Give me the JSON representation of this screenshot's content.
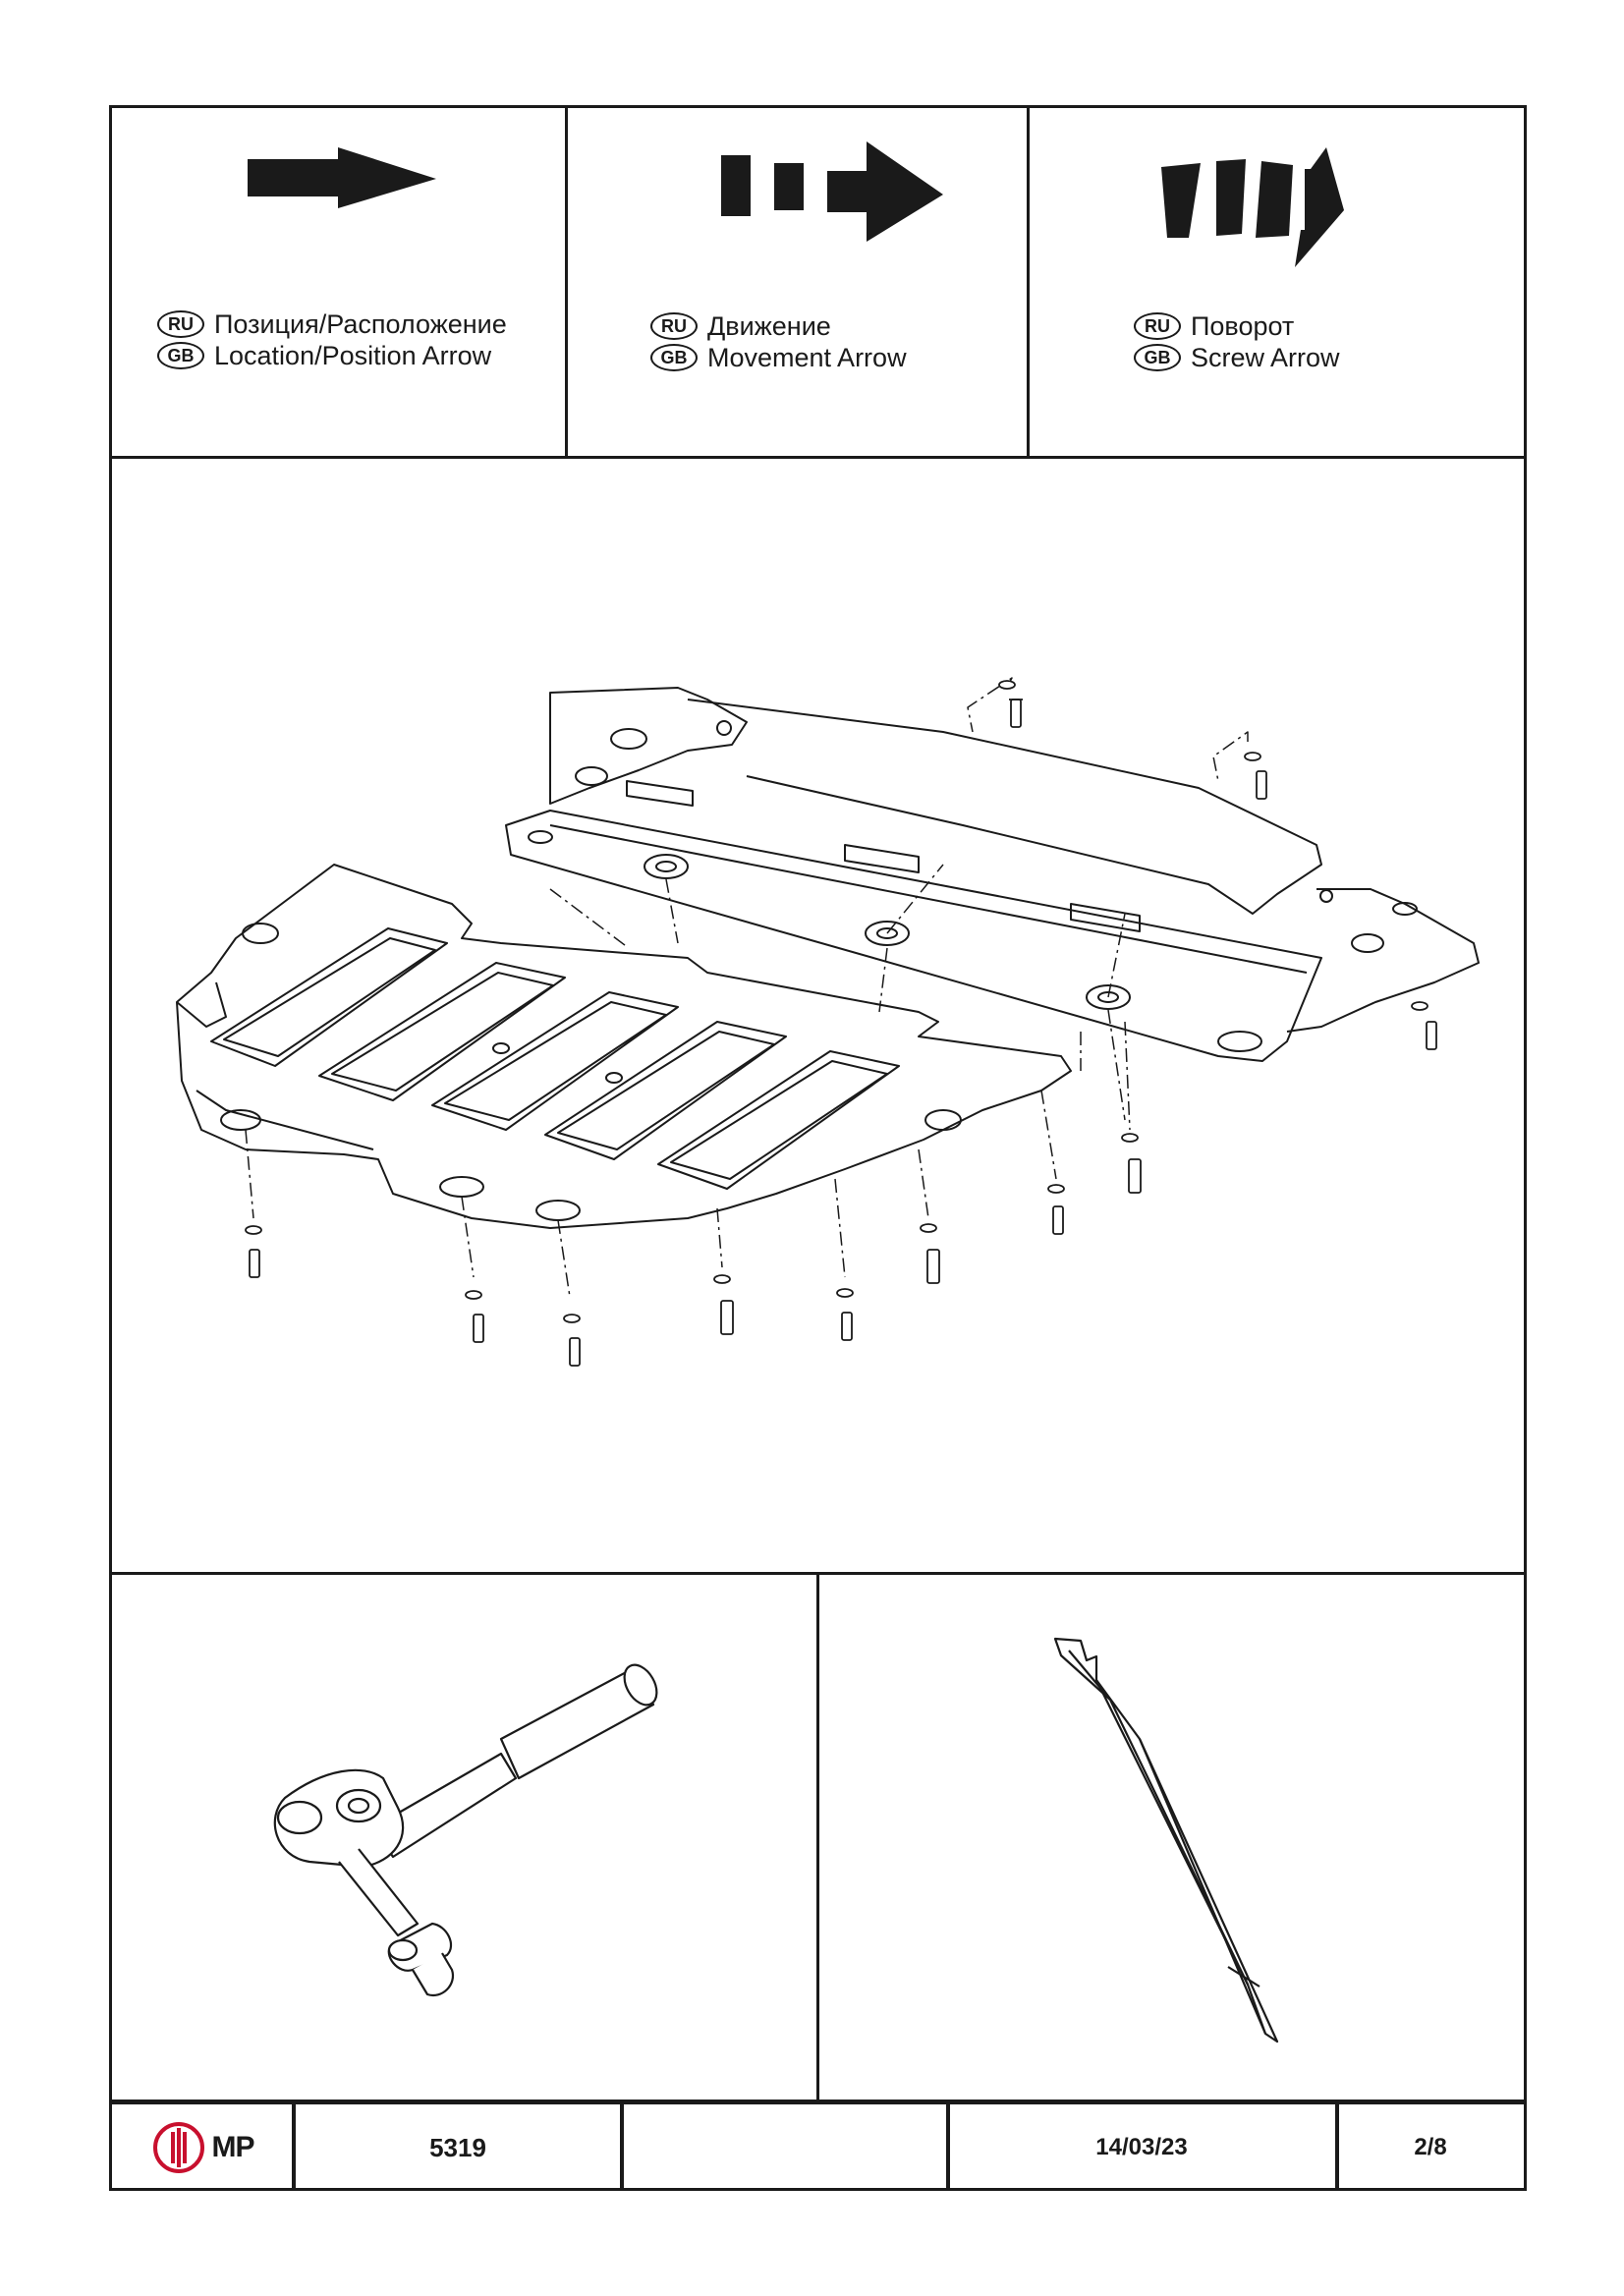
{
  "legend": [
    {
      "arrow_icon": "location-arrow-icon",
      "ru_badge": "RU",
      "gb_badge": "GB",
      "ru_text": "Позиция/Расположение",
      "gb_text": "Location/Position Arrow"
    },
    {
      "arrow_icon": "movement-arrow-icon",
      "ru_badge": "RU",
      "gb_badge": "GB",
      "ru_text": "Движение",
      "gb_text": "Movement Arrow"
    },
    {
      "arrow_icon": "screw-arrow-icon",
      "ru_badge": "RU",
      "gb_badge": "GB",
      "ru_text": "Поворот",
      "gb_text": "Screw Arrow"
    }
  ],
  "tools": {
    "left_icon": "ratchet-wrench-icon",
    "right_icon": "pry-tool-icon"
  },
  "footer": {
    "logo_text": "MP",
    "logo_color": "#c8102e",
    "part_number": "5319",
    "blank": "",
    "date": "14/03/23",
    "page": "2/8"
  }
}
